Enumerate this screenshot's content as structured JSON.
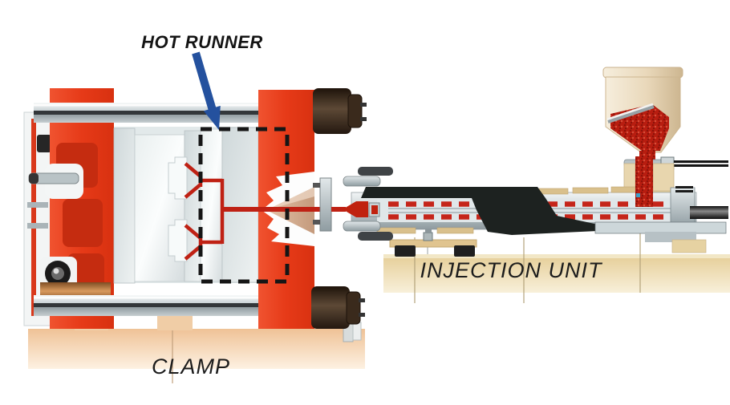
{
  "diagram": {
    "title_label": "HOT RUNNER",
    "sections": {
      "clamp_label": "CLAMP",
      "injection_unit_label": "INJECTION UNIT"
    }
  },
  "colors": {
    "machine_red": "#e63a18",
    "dark_red_inset": "#c22c10",
    "melt_red": "#c0220f",
    "arrow_blue": "#24519e",
    "clamp_base_peach": "#f2c79e",
    "injection_base_tan": "#e8d2a0",
    "hopper_cream": "#efe0c4",
    "pellet_red": "#b81d10",
    "dark_metal_brown": "#3a2a1c",
    "carriage_black": "#1d2220",
    "label_ink": "#141414"
  }
}
